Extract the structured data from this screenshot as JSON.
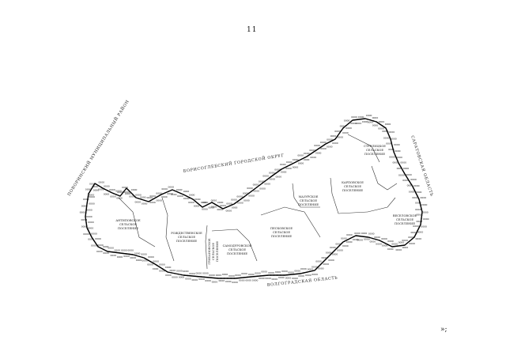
{
  "page": {
    "number": "11",
    "footer_mark": "»;"
  },
  "map": {
    "border_labels": [
      {
        "id": "north",
        "text": "БОРИСОГЛЕБСКИЙ ГОРОДСКОЙ ОКРУГ"
      },
      {
        "id": "south",
        "text": "ВОЛГОГРАДСКАЯ ОБЛАСТЬ"
      },
      {
        "id": "east",
        "text": "САРАТОВСКАЯ ОБЛАСТЬ"
      },
      {
        "id": "west",
        "text": "ПОВОРИНСКИЙ МУНИЦИПАЛЬНЫЙ РАЙОН"
      }
    ],
    "regions": [
      {
        "id": "r1",
        "lines": [
          "АНТИПОВСКОЕ",
          "СЕЛЬСКОЕ",
          "ПОСЕЛЕНИЕ"
        ]
      },
      {
        "id": "r2",
        "lines": [
          "РОЖДЕСТВЕНСКОЕ",
          "СЕЛЬСКОЕ",
          "ПОСЕЛЕНИЕ"
        ]
      },
      {
        "id": "r3",
        "lines": [
          "ГРИБАНОВСКОЕ",
          "СЕЛЬСКОЕ",
          "ПОСЕЛЕНИЕ"
        ]
      },
      {
        "id": "r4",
        "lines": [
          "САМОДУРОВСКОЕ",
          "СЕЛЬСКОЕ",
          "ПОСЕЛЕНИЕ"
        ]
      },
      {
        "id": "r5",
        "lines": [
          "ПЕСКОВСКОЕ",
          "СЕЛЬСКОЕ",
          "ПОСЕЛЕНИЕ"
        ]
      },
      {
        "id": "r6",
        "lines": [
          "МАЗУРСКОЕ",
          "СЕЛЬСКОЕ",
          "ПОСЕЛЕНИЕ"
        ]
      },
      {
        "id": "r7",
        "lines": [
          "КАРПОВСКОЕ",
          "СЕЛЬСКОЕ",
          "ПОСЕЛЕНИЕ"
        ]
      },
      {
        "id": "r8",
        "lines": [
          "СТРЕЛИЦКОЕ",
          "СЕЛЬСКОЕ",
          "ПОСЕЛЕНИЕ"
        ]
      },
      {
        "id": "r9",
        "lines": [
          "ВЕСЕЛОВСКОЕ",
          "СЕЛЬСКОЕ",
          "ПОСЕЛЕНИЕ"
        ]
      }
    ],
    "point_label": "0000"
  }
}
